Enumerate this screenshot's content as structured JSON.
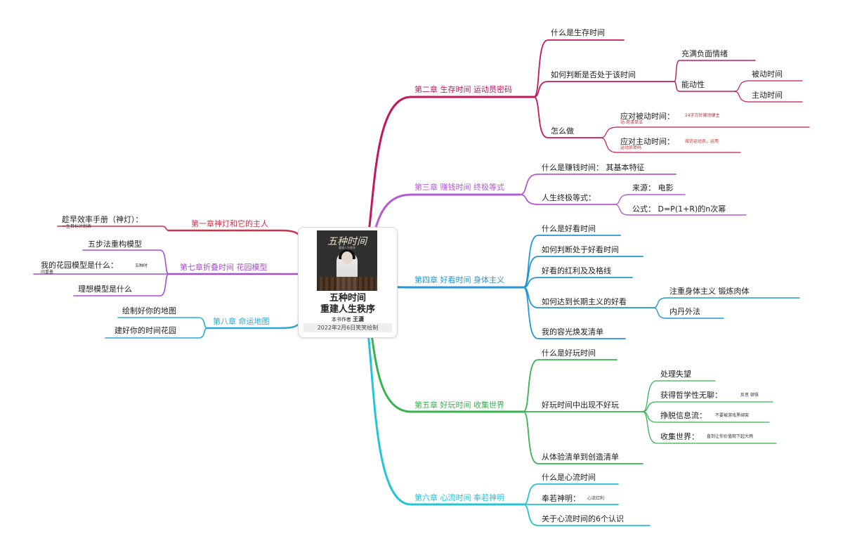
{
  "center": {
    "cover_title": "五种时间",
    "cover_subtitle": "重建人生秩序",
    "title_line1": "五种时间",
    "title_line2": "重建人生秩序",
    "author_label": "本书作者",
    "author": "王潇",
    "credit": "2022年2月6日笑笑绘制"
  },
  "colors": {
    "ch1": "#d0314a",
    "ch2": "#c2185b",
    "ch3": "#b35ad6",
    "ch4": "#2596d8",
    "ch5": "#36b34f",
    "ch6": "#23c3d8",
    "ch7": "#a64fd0",
    "ch8": "#2aa9d8"
  },
  "ch1": {
    "label": "第一章神灯和它的主人",
    "items": [
      {
        "label": "趁早效率手册（神灯）：",
        "note": "一生目标计划表"
      }
    ]
  },
  "ch2": {
    "label": "第二章 生存时间 运动员密码",
    "q1": "什么是生存时间",
    "q2": "如何判断是否处于该时间",
    "q2a": "充满负面情绪",
    "q2b": "能动性",
    "q2b1": "被动时间",
    "q2b2": "主动时间",
    "q3": "怎么做",
    "q3a": "应对被动时间：",
    "q3a_note1": "24字方针被动便主",
    "q3a_note2": "动  用清单法",
    "q3b": "应对主动时间：",
    "q3b_note1": "效仿运动员，运用",
    "q3b_note2": "运动员密码"
  },
  "ch3": {
    "label": "第三章 赚钱时间 终极等式",
    "q1": "什么是赚钱时间：  其基本特征",
    "q2": "人生终极等式：",
    "q2a": "来源：   电影",
    "q2b": "公式：    D=P(1+R)的n次幂"
  },
  "ch4": {
    "label": "第四章 好看时间 身体主义",
    "q1": "什么是好看时间",
    "q2": "如何判断处于好看时间",
    "q3": "好看的红利及及格线",
    "q4": "如何达到长期主义的好看",
    "q4a": "注重身体主义   锻炼肉体",
    "q4b": "内丹外法",
    "q5": "我的容光焕发清单"
  },
  "ch5": {
    "label": "第五章 好玩时间 收集世界",
    "q1": "什么是好玩时间",
    "q2": "好玩时间中出现不好玩",
    "q2a": "处理失望",
    "q2b": "获得哲学性无聊：",
    "q2b_note": "反思  顿悟",
    "q2c": "挣脱信息流：",
    "q2c_note": "不要被游戏黑绑架",
    "q2d": "收集世界：",
    "q2d_note": "直到让你价值观下起大雨",
    "q3": "从体验清单到创造清单"
  },
  "ch6": {
    "label": "第六章 心流时间 奉若神明",
    "q1": "什么是心流时间",
    "q2": "奉若神明：",
    "q2_note": "心流红利",
    "q3": "关于心流时间的6个认识"
  },
  "ch7": {
    "label": "第七章折叠时间 花园模型",
    "q1": "五步法重构模型",
    "q2": "我的花园模型是什么：",
    "q2_note1": "五种时",
    "q2_note2": "间重叠",
    "q3": "理想模型是什么"
  },
  "ch8": {
    "label": "第八章 命运地图",
    "q1": "绘制好你的地图",
    "q2": "建好你的时间花园"
  }
}
